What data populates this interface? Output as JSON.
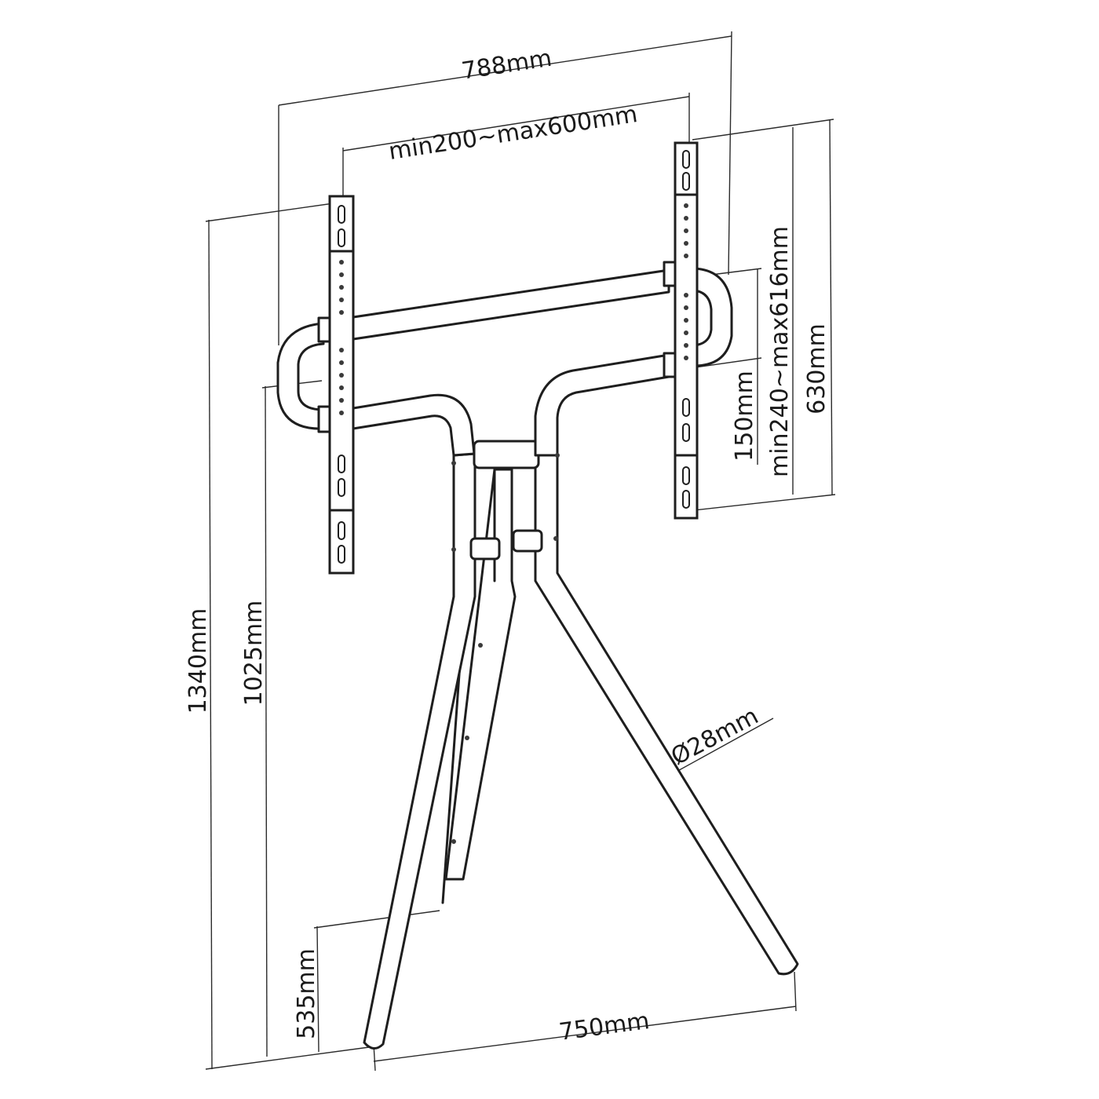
{
  "diagram": {
    "colors": {
      "line": "#1e1e1e",
      "background": "#ffffff"
    },
    "dimensions": {
      "overall_width": "788mm",
      "vesa_horizontal": "min200~max600mm",
      "vesa_vertical": "min240~max616mm",
      "bracket_height": "630mm",
      "height_adjust_step": "150mm",
      "total_height": "1340mm",
      "mount_height": "1025mm",
      "rear_leg_height": "535mm",
      "base_width": "750mm",
      "tube_diameter": "Ø28mm"
    }
  }
}
